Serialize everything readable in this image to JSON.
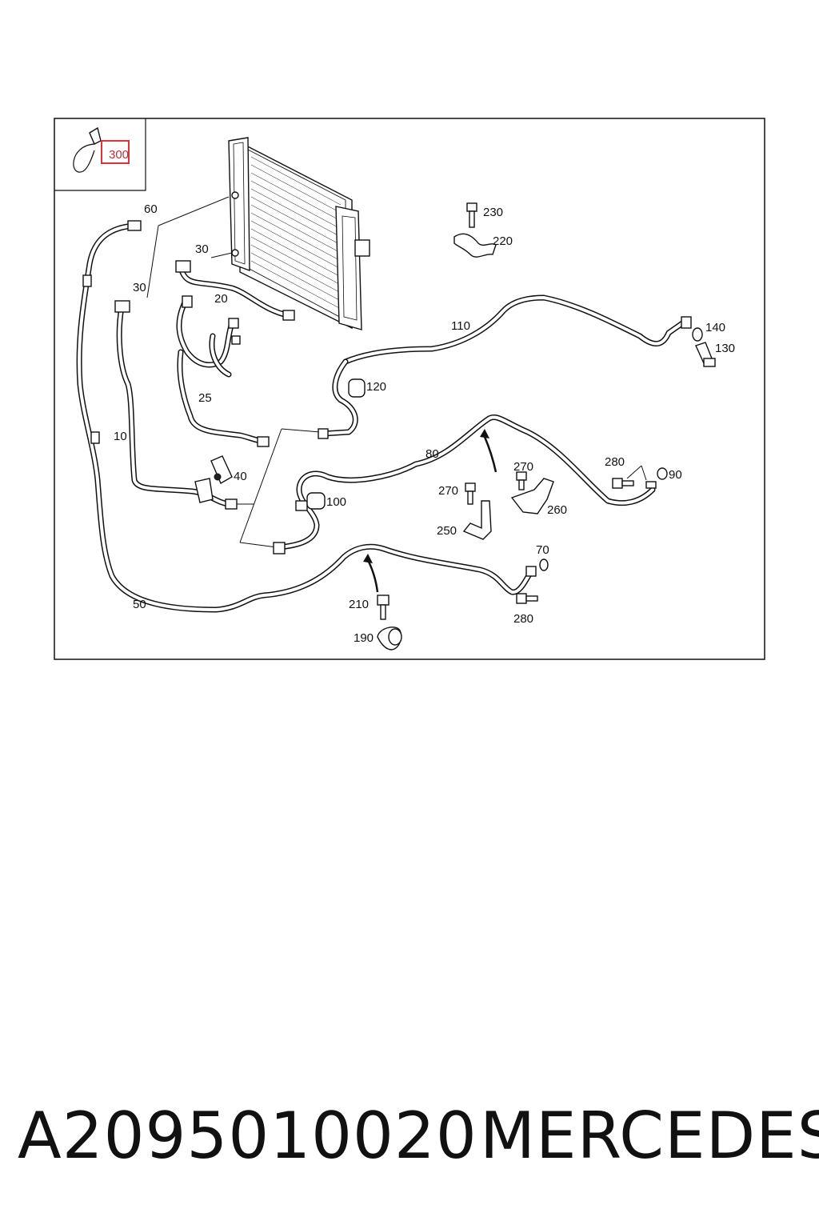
{
  "diagram": {
    "highlight_color": "#e0303a",
    "callouts": {
      "c300": "300",
      "c60": "60",
      "c30a": "30",
      "c30b": "30",
      "c20": "20",
      "c25": "25",
      "c10": "10",
      "c40": "40",
      "c50": "50",
      "c230": "230",
      "c220": "220",
      "c110": "110",
      "c140": "140",
      "c130": "130",
      "c120": "120",
      "c80": "80",
      "c100": "100",
      "c270a": "270",
      "c270b": "270",
      "c260": "260",
      "c250": "250",
      "c280a": "280",
      "c90": "90",
      "c70": "70",
      "c280b": "280",
      "c210": "210",
      "c190": "190"
    }
  },
  "caption": {
    "part_number": "A2095010020",
    "brand": "MERCEDES"
  }
}
